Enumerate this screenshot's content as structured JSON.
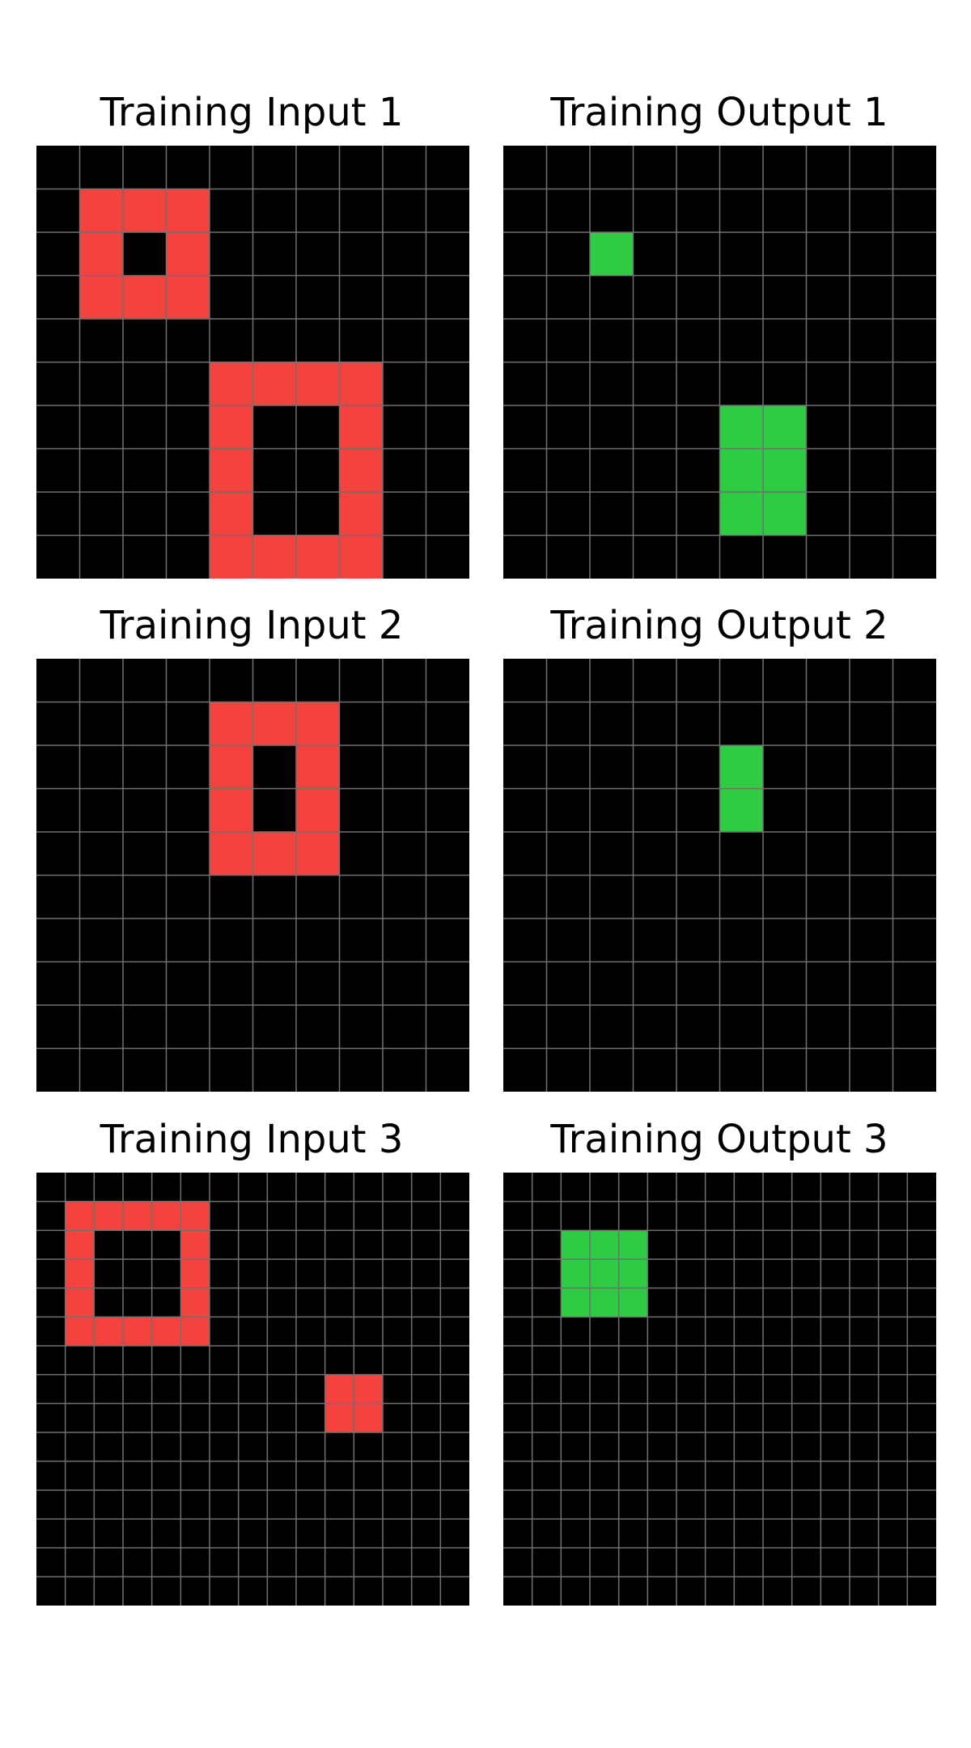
{
  "colors": {
    "background": "#000000",
    "red": "#f4433f",
    "green": "#2ecc43",
    "grid_line": "#707070"
  },
  "palette": {
    "0": "#000000",
    "2": "#f4433f",
    "3": "#2ecc43"
  },
  "panels": [
    {
      "title": "Training Input 1",
      "grid": [
        [
          0,
          0,
          0,
          0,
          0,
          0,
          0,
          0,
          0,
          0
        ],
        [
          0,
          2,
          2,
          2,
          0,
          0,
          0,
          0,
          0,
          0
        ],
        [
          0,
          2,
          0,
          2,
          0,
          0,
          0,
          0,
          0,
          0
        ],
        [
          0,
          2,
          2,
          2,
          0,
          0,
          0,
          0,
          0,
          0
        ],
        [
          0,
          0,
          0,
          0,
          0,
          0,
          0,
          0,
          0,
          0
        ],
        [
          0,
          0,
          0,
          0,
          2,
          2,
          2,
          2,
          0,
          0
        ],
        [
          0,
          0,
          0,
          0,
          2,
          0,
          0,
          2,
          0,
          0
        ],
        [
          0,
          0,
          0,
          0,
          2,
          0,
          0,
          2,
          0,
          0
        ],
        [
          0,
          0,
          0,
          0,
          2,
          0,
          0,
          2,
          0,
          0
        ],
        [
          0,
          0,
          0,
          0,
          2,
          2,
          2,
          2,
          0,
          0
        ]
      ]
    },
    {
      "title": "Training Output 1",
      "grid": [
        [
          0,
          0,
          0,
          0,
          0,
          0,
          0,
          0,
          0,
          0
        ],
        [
          0,
          0,
          0,
          0,
          0,
          0,
          0,
          0,
          0,
          0
        ],
        [
          0,
          0,
          3,
          0,
          0,
          0,
          0,
          0,
          0,
          0
        ],
        [
          0,
          0,
          0,
          0,
          0,
          0,
          0,
          0,
          0,
          0
        ],
        [
          0,
          0,
          0,
          0,
          0,
          0,
          0,
          0,
          0,
          0
        ],
        [
          0,
          0,
          0,
          0,
          0,
          0,
          0,
          0,
          0,
          0
        ],
        [
          0,
          0,
          0,
          0,
          0,
          3,
          3,
          0,
          0,
          0
        ],
        [
          0,
          0,
          0,
          0,
          0,
          3,
          3,
          0,
          0,
          0
        ],
        [
          0,
          0,
          0,
          0,
          0,
          3,
          3,
          0,
          0,
          0
        ],
        [
          0,
          0,
          0,
          0,
          0,
          0,
          0,
          0,
          0,
          0
        ]
      ]
    },
    {
      "title": "Training Input 2",
      "grid": [
        [
          0,
          0,
          0,
          0,
          0,
          0,
          0,
          0,
          0,
          0
        ],
        [
          0,
          0,
          0,
          0,
          2,
          2,
          2,
          0,
          0,
          0
        ],
        [
          0,
          0,
          0,
          0,
          2,
          0,
          2,
          0,
          0,
          0
        ],
        [
          0,
          0,
          0,
          0,
          2,
          0,
          2,
          0,
          0,
          0
        ],
        [
          0,
          0,
          0,
          0,
          2,
          2,
          2,
          0,
          0,
          0
        ],
        [
          0,
          0,
          0,
          0,
          0,
          0,
          0,
          0,
          0,
          0
        ],
        [
          0,
          0,
          0,
          0,
          0,
          0,
          0,
          0,
          0,
          0
        ],
        [
          0,
          0,
          0,
          0,
          0,
          0,
          0,
          0,
          0,
          0
        ],
        [
          0,
          0,
          0,
          0,
          0,
          0,
          0,
          0,
          0,
          0
        ],
        [
          0,
          0,
          0,
          0,
          0,
          0,
          0,
          0,
          0,
          0
        ]
      ]
    },
    {
      "title": "Training Output 2",
      "grid": [
        [
          0,
          0,
          0,
          0,
          0,
          0,
          0,
          0,
          0,
          0
        ],
        [
          0,
          0,
          0,
          0,
          0,
          0,
          0,
          0,
          0,
          0
        ],
        [
          0,
          0,
          0,
          0,
          0,
          3,
          0,
          0,
          0,
          0
        ],
        [
          0,
          0,
          0,
          0,
          0,
          3,
          0,
          0,
          0,
          0
        ],
        [
          0,
          0,
          0,
          0,
          0,
          0,
          0,
          0,
          0,
          0
        ],
        [
          0,
          0,
          0,
          0,
          0,
          0,
          0,
          0,
          0,
          0
        ],
        [
          0,
          0,
          0,
          0,
          0,
          0,
          0,
          0,
          0,
          0
        ],
        [
          0,
          0,
          0,
          0,
          0,
          0,
          0,
          0,
          0,
          0
        ],
        [
          0,
          0,
          0,
          0,
          0,
          0,
          0,
          0,
          0,
          0
        ],
        [
          0,
          0,
          0,
          0,
          0,
          0,
          0,
          0,
          0,
          0
        ]
      ]
    },
    {
      "title": "Training Input 3",
      "grid": [
        [
          0,
          0,
          0,
          0,
          0,
          0,
          0,
          0,
          0,
          0,
          0,
          0,
          0,
          0,
          0
        ],
        [
          0,
          2,
          2,
          2,
          2,
          2,
          0,
          0,
          0,
          0,
          0,
          0,
          0,
          0,
          0
        ],
        [
          0,
          2,
          0,
          0,
          0,
          2,
          0,
          0,
          0,
          0,
          0,
          0,
          0,
          0,
          0
        ],
        [
          0,
          2,
          0,
          0,
          0,
          2,
          0,
          0,
          0,
          0,
          0,
          0,
          0,
          0,
          0
        ],
        [
          0,
          2,
          0,
          0,
          0,
          2,
          0,
          0,
          0,
          0,
          0,
          0,
          0,
          0,
          0
        ],
        [
          0,
          2,
          2,
          2,
          2,
          2,
          0,
          0,
          0,
          0,
          0,
          0,
          0,
          0,
          0
        ],
        [
          0,
          0,
          0,
          0,
          0,
          0,
          0,
          0,
          0,
          0,
          0,
          0,
          0,
          0,
          0
        ],
        [
          0,
          0,
          0,
          0,
          0,
          0,
          0,
          0,
          0,
          0,
          2,
          2,
          0,
          0,
          0
        ],
        [
          0,
          0,
          0,
          0,
          0,
          0,
          0,
          0,
          0,
          0,
          2,
          2,
          0,
          0,
          0
        ],
        [
          0,
          0,
          0,
          0,
          0,
          0,
          0,
          0,
          0,
          0,
          0,
          0,
          0,
          0,
          0
        ],
        [
          0,
          0,
          0,
          0,
          0,
          0,
          0,
          0,
          0,
          0,
          0,
          0,
          0,
          0,
          0
        ],
        [
          0,
          0,
          0,
          0,
          0,
          0,
          0,
          0,
          0,
          0,
          0,
          0,
          0,
          0,
          0
        ],
        [
          0,
          0,
          0,
          0,
          0,
          0,
          0,
          0,
          0,
          0,
          0,
          0,
          0,
          0,
          0
        ],
        [
          0,
          0,
          0,
          0,
          0,
          0,
          0,
          0,
          0,
          0,
          0,
          0,
          0,
          0,
          0
        ],
        [
          0,
          0,
          0,
          0,
          0,
          0,
          0,
          0,
          0,
          0,
          0,
          0,
          0,
          0,
          0
        ]
      ]
    },
    {
      "title": "Training Output 3",
      "grid": [
        [
          0,
          0,
          0,
          0,
          0,
          0,
          0,
          0,
          0,
          0,
          0,
          0,
          0,
          0,
          0
        ],
        [
          0,
          0,
          0,
          0,
          0,
          0,
          0,
          0,
          0,
          0,
          0,
          0,
          0,
          0,
          0
        ],
        [
          0,
          0,
          3,
          3,
          3,
          0,
          0,
          0,
          0,
          0,
          0,
          0,
          0,
          0,
          0
        ],
        [
          0,
          0,
          3,
          3,
          3,
          0,
          0,
          0,
          0,
          0,
          0,
          0,
          0,
          0,
          0
        ],
        [
          0,
          0,
          3,
          3,
          3,
          0,
          0,
          0,
          0,
          0,
          0,
          0,
          0,
          0,
          0
        ],
        [
          0,
          0,
          0,
          0,
          0,
          0,
          0,
          0,
          0,
          0,
          0,
          0,
          0,
          0,
          0
        ],
        [
          0,
          0,
          0,
          0,
          0,
          0,
          0,
          0,
          0,
          0,
          0,
          0,
          0,
          0,
          0
        ],
        [
          0,
          0,
          0,
          0,
          0,
          0,
          0,
          0,
          0,
          0,
          0,
          0,
          0,
          0,
          0
        ],
        [
          0,
          0,
          0,
          0,
          0,
          0,
          0,
          0,
          0,
          0,
          0,
          0,
          0,
          0,
          0
        ],
        [
          0,
          0,
          0,
          0,
          0,
          0,
          0,
          0,
          0,
          0,
          0,
          0,
          0,
          0,
          0
        ],
        [
          0,
          0,
          0,
          0,
          0,
          0,
          0,
          0,
          0,
          0,
          0,
          0,
          0,
          0,
          0
        ],
        [
          0,
          0,
          0,
          0,
          0,
          0,
          0,
          0,
          0,
          0,
          0,
          0,
          0,
          0,
          0
        ],
        [
          0,
          0,
          0,
          0,
          0,
          0,
          0,
          0,
          0,
          0,
          0,
          0,
          0,
          0,
          0
        ],
        [
          0,
          0,
          0,
          0,
          0,
          0,
          0,
          0,
          0,
          0,
          0,
          0,
          0,
          0,
          0
        ],
        [
          0,
          0,
          0,
          0,
          0,
          0,
          0,
          0,
          0,
          0,
          0,
          0,
          0,
          0,
          0
        ]
      ]
    }
  ]
}
